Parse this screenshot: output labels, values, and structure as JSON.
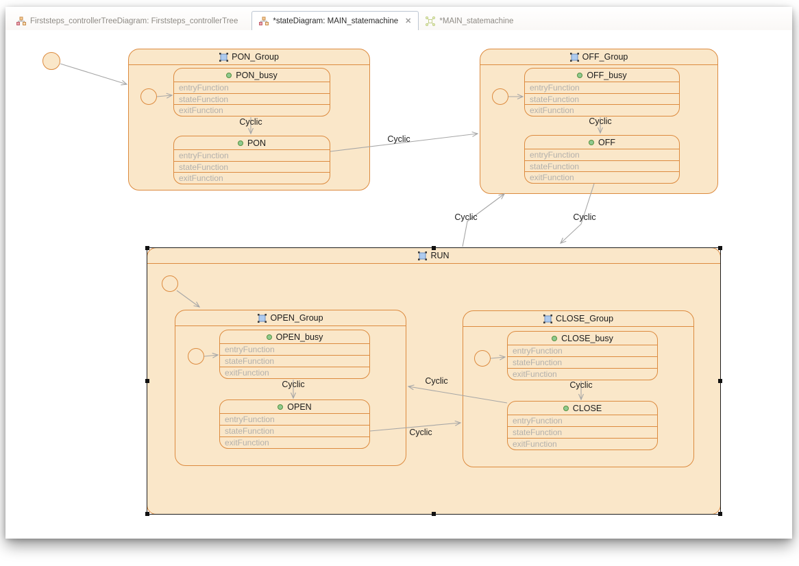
{
  "tabs": [
    {
      "label": "Firststeps_controllerTreeDiagram: Firststeps_controllerTree"
    },
    {
      "label": "*stateDiagram: MAIN_statemachine",
      "close": "✕"
    },
    {
      "label": "*MAIN_statemachine"
    }
  ],
  "diagram": {
    "pon_group": {
      "title": "PON_Group"
    },
    "pon_busy": {
      "title": "PON_busy",
      "functions": [
        "entryFunction",
        "stateFunction",
        "exitFunction"
      ]
    },
    "pon": {
      "title": "PON",
      "functions": [
        "entryFunction",
        "stateFunction",
        "exitFunction"
      ]
    },
    "off_group": {
      "title": "OFF_Group"
    },
    "off_busy": {
      "title": "OFF_busy",
      "functions": [
        "entryFunction",
        "stateFunction",
        "exitFunction"
      ]
    },
    "off": {
      "title": "OFF",
      "functions": [
        "entryFunction",
        "stateFunction",
        "exitFunction"
      ]
    },
    "run": {
      "title": "RUN"
    },
    "open_group": {
      "title": "OPEN_Group"
    },
    "open_busy": {
      "title": "OPEN_busy",
      "functions": [
        "entryFunction",
        "stateFunction",
        "exitFunction"
      ]
    },
    "open": {
      "title": "OPEN",
      "functions": [
        "entryFunction",
        "stateFunction",
        "exitFunction"
      ]
    },
    "close_group": {
      "title": "CLOSE_Group"
    },
    "close_busy": {
      "title": "CLOSE_busy",
      "functions": [
        "entryFunction",
        "stateFunction",
        "exitFunction"
      ]
    },
    "close": {
      "title": "CLOSE",
      "functions": [
        "entryFunction",
        "stateFunction",
        "exitFunction"
      ]
    }
  },
  "transitions": {
    "pon_busy_to_pon": "Cyclic",
    "pon_to_off_group": "Cyclic",
    "off_busy_to_off": "Cyclic",
    "run_to_off_group": "Cyclic",
    "off_to_run": "Cyclic",
    "open_busy_to_open": "Cyclic",
    "close_to_open_group": "Cyclic",
    "open_to_close_group": "Cyclic",
    "close_busy_to_close": "Cyclic"
  },
  "colors": {
    "state_fill": "#FAE7C9",
    "state_border": "#DC8A3E",
    "transition_line": "#A6A6A6",
    "function_text": "#B3B0AB",
    "selection_handle": "#1C1C1C",
    "composite_icon_blue": "#AECBEF",
    "simple_state_icon_green": "#8FC98F"
  }
}
